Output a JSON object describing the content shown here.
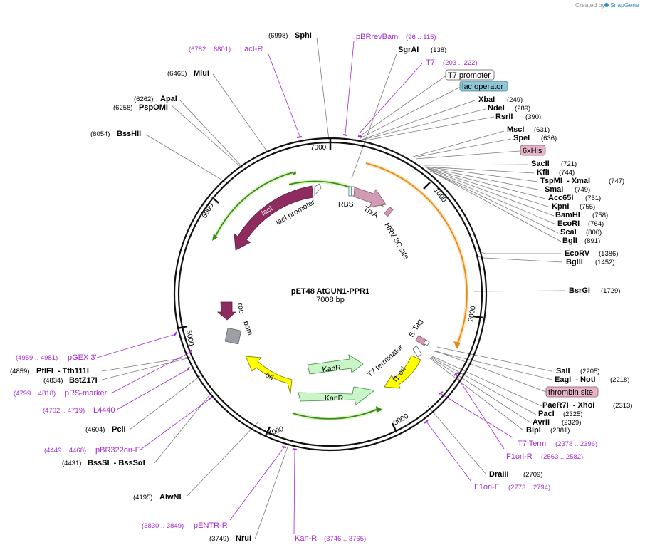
{
  "credit": {
    "prefix": "Created by",
    "brand": "SnapGene"
  },
  "plasmid": {
    "name": "pET48 AtGUN1-PPR1",
    "size": "7008 bp",
    "length": 7008
  },
  "ticks": [
    "1000",
    "2000",
    "3000",
    "4000",
    "5000",
    "6000",
    "7000"
  ],
  "sites": [
    {
      "name": "SphI",
      "pos": "(6998)"
    },
    {
      "name": "SgrAI",
      "pos": "(138)"
    },
    {
      "name": "XbaI",
      "pos": "(249)"
    },
    {
      "name": "NdeI",
      "pos": "(289)"
    },
    {
      "name": "RsrII",
      "pos": "(390)"
    },
    {
      "name": "MscI",
      "pos": "(631)"
    },
    {
      "name": "SpeI",
      "pos": "(636)"
    },
    {
      "name": "SacII",
      "pos": "(721)"
    },
    {
      "name": "KflI",
      "pos": "(744)"
    },
    {
      "name": "TspMI  - XmaI",
      "pos": "(747)"
    },
    {
      "name": "SmaI",
      "pos": "(749)"
    },
    {
      "name": "Acc65I",
      "pos": "(751)"
    },
    {
      "name": "KpnI",
      "pos": "(755)"
    },
    {
      "name": "BamHI",
      "pos": "(758)"
    },
    {
      "name": "EcoRI",
      "pos": "(764)"
    },
    {
      "name": "ScaI",
      "pos": "(800)"
    },
    {
      "name": "BglI",
      "pos": "(891)"
    },
    {
      "name": "EcoRV",
      "pos": "(1386)"
    },
    {
      "name": "BglII",
      "pos": "(1452)"
    },
    {
      "name": "BsrGI",
      "pos": "(1729)"
    },
    {
      "name": "SalI",
      "pos": "(2205)"
    },
    {
      "name": "EagI  - NotI",
      "pos": "(2218)"
    },
    {
      "name": "PaeR7I  - XhoI",
      "pos": "(2313)"
    },
    {
      "name": "PacI",
      "pos": "(2325)"
    },
    {
      "name": "AvrII",
      "pos": "(2329)"
    },
    {
      "name": "BlpI",
      "pos": "(2381)"
    },
    {
      "name": "DraIII",
      "pos": "(2709)"
    },
    {
      "name": "NruI",
      "pos": "(3749)"
    },
    {
      "name": "AlwNI",
      "pos": "(4195)"
    },
    {
      "name": "BssSI  - BssSαI",
      "pos": "(4431)"
    },
    {
      "name": "PciI",
      "pos": "(4604)"
    },
    {
      "name": "BstZ17I",
      "pos": "(4834)"
    },
    {
      "name": "PflFI  - Tth111I",
      "pos": "(4859)"
    },
    {
      "name": "BssHII",
      "pos": "(6054)"
    },
    {
      "name": "PspOMI",
      "pos": "(6258)"
    },
    {
      "name": "ApaI",
      "pos": "(6262)"
    },
    {
      "name": "MluI",
      "pos": "(6465)"
    }
  ],
  "primers": [
    {
      "name": "pBRrevBam",
      "pos": "(96 .. 115)"
    },
    {
      "name": "T7",
      "pos": "(203 .. 222)"
    },
    {
      "name": "LacI-R",
      "pos": "(6782 .. 6801)"
    },
    {
      "name": "T7 Term",
      "pos": "(2378 .. 2396)"
    },
    {
      "name": "F1ori-R",
      "pos": "(2563 .. 2582)"
    },
    {
      "name": "F1ori-F",
      "pos": "(2773 .. 2794)"
    },
    {
      "name": "Kan-R",
      "pos": "(3746 .. 3765)"
    },
    {
      "name": "pENTR-R",
      "pos": "(3830 .. 3849)"
    },
    {
      "name": "pBR322ori-F",
      "pos": "(4449 .. 4468)"
    },
    {
      "name": "L4440",
      "pos": "(4702 .. 4719)"
    },
    {
      "name": "pRS-marker",
      "pos": "(4799 .. 4818)"
    },
    {
      "name": "pGEX 3'",
      "pos": "(4959 .. 4981)"
    }
  ],
  "boxed_features": [
    {
      "name": "T7 promoter"
    },
    {
      "name": "lac operator"
    },
    {
      "name": "6xHis"
    },
    {
      "name": "thrombin site"
    }
  ],
  "features": [
    {
      "name": "lacI"
    },
    {
      "name": "lacI promoter"
    },
    {
      "name": "RBS"
    },
    {
      "name": "TrxA"
    },
    {
      "name": "HRV 3C site"
    },
    {
      "name": "rop"
    },
    {
      "name": "bom"
    },
    {
      "name": "ori"
    },
    {
      "name": "KanR"
    },
    {
      "name": "KanR"
    },
    {
      "name": "T7 terminator"
    },
    {
      "name": "f1 ori"
    },
    {
      "name": "S-Tag"
    }
  ],
  "colors": {
    "backbone": "#111111",
    "lacI": "#8e2b5f",
    "trxA": "#d19bb3",
    "kanR": "#c9f5c9",
    "ori": "#ffff00",
    "rop": "#8e2b5f",
    "bom": "#9aa0a6",
    "primer": "#a52ad2",
    "orf_green": "#3b8a1c",
    "orf_orange": "#e48a1c",
    "his_box": "#e6b6c8",
    "lacop_box": "#8fc6d6"
  }
}
